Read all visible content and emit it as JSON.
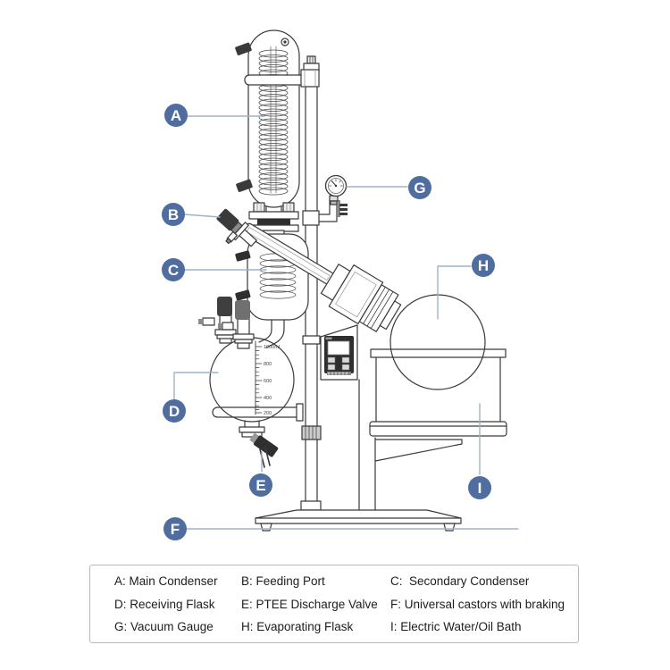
{
  "colors": {
    "callout_circle": "#4f6d9e",
    "callout_letter": "#ffffff",
    "leader_line": "#9db3c6",
    "drawing_line": "#3a3a3a"
  },
  "diagram": {
    "callouts": [
      "A",
      "B",
      "C",
      "D",
      "E",
      "F",
      "G",
      "H",
      "I"
    ],
    "receiving_flask_scale": [
      "1000ml",
      "800",
      "600",
      "400",
      "200"
    ]
  },
  "legend": {
    "items": [
      "A: Main Condenser",
      "B: Feeding Port",
      "C:  Secondary Condenser",
      "D: Receiving Flask",
      "E: PTEE Discharge Valve",
      "F: Universal castors with braking",
      "G: Vacuum Gauge",
      "H: Evaporating Flask",
      "I: Electric Water/Oil Bath"
    ]
  }
}
